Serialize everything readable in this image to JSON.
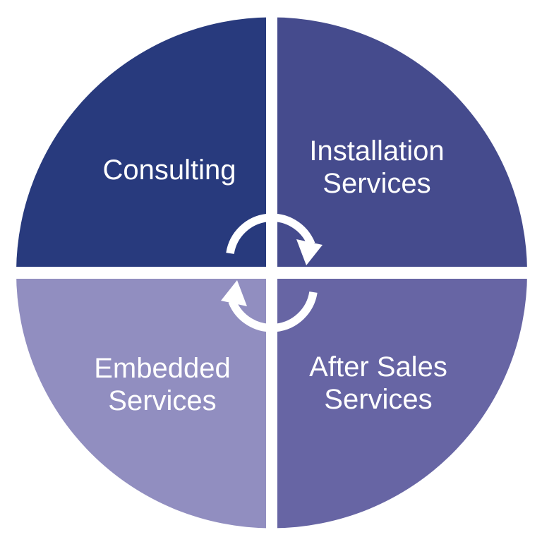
{
  "page": {
    "background_color": "#ffffff"
  },
  "diagram": {
    "type": "four-quadrant-cycle",
    "text_color": "#ffffff",
    "divider_color": "#ffffff",
    "center_icon": {
      "name": "cycle-arrows-icon",
      "color": "#ffffff"
    },
    "quadrants": [
      {
        "position": "top-left",
        "lines": [
          "Consulting"
        ],
        "color": "#283a7d"
      },
      {
        "position": "top-right",
        "lines": [
          "Installation",
          "Services"
        ],
        "color": "#454b8d"
      },
      {
        "position": "bottom-left",
        "lines": [
          "Embedded",
          "Services"
        ],
        "color": "#918ec0"
      },
      {
        "position": "bottom-right",
        "lines": [
          "After Sales",
          "Services"
        ],
        "color": "#6765a4"
      }
    ]
  }
}
